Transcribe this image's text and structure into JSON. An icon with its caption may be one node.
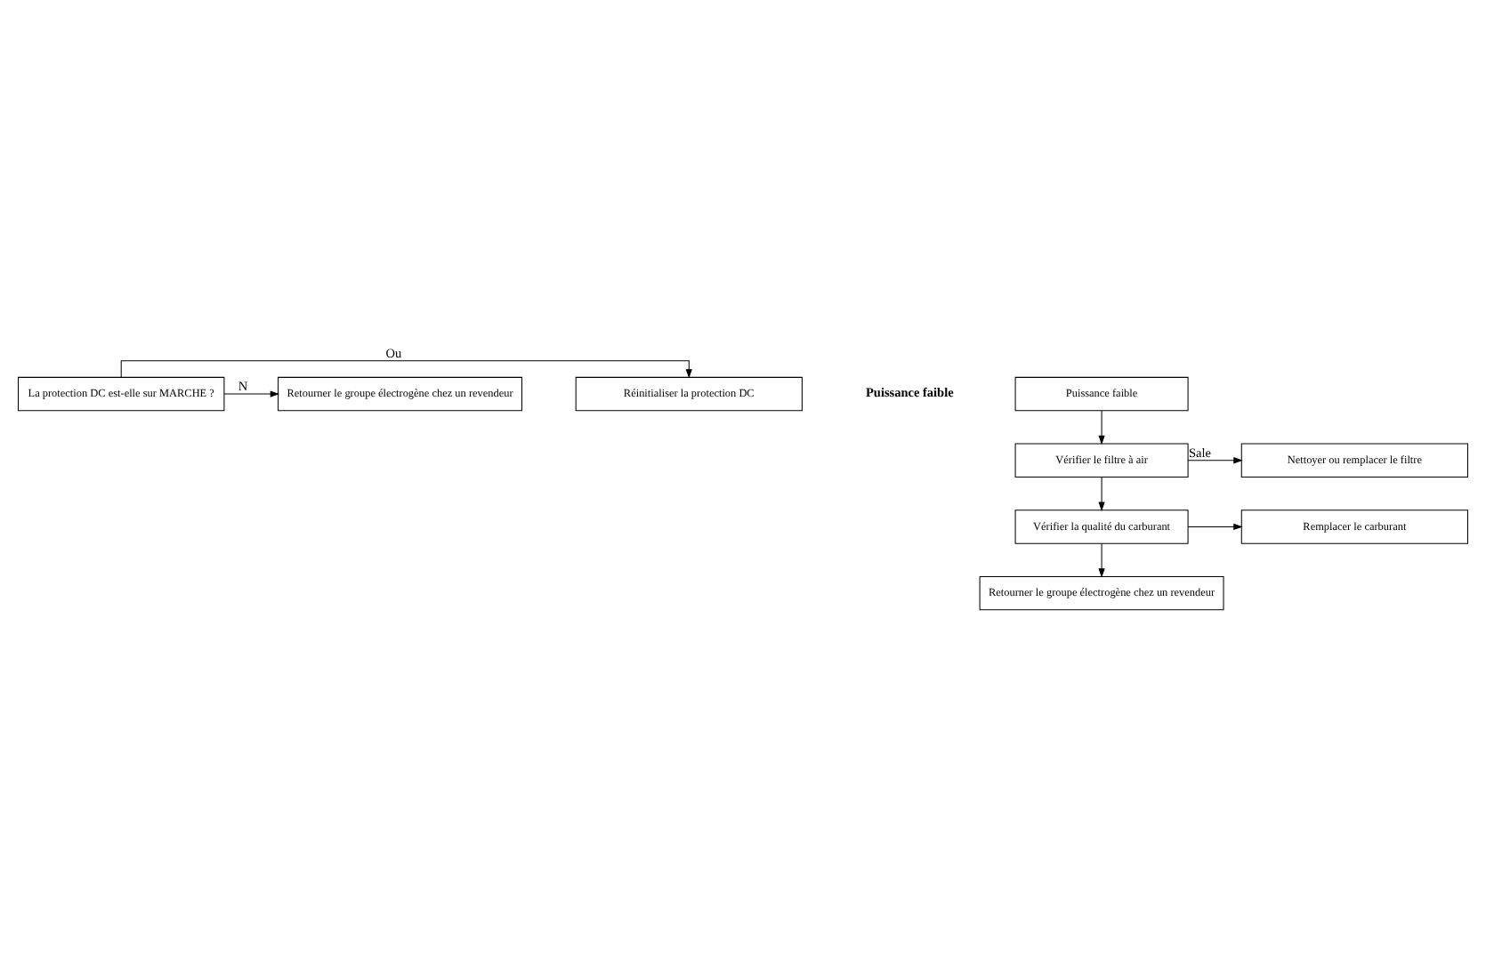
{
  "diagram": {
    "nodes": [
      {
        "text": [
          "La protection DC est-elle sur MARCHE ?"
        ]
      },
      {
        "text": [
          "Réinitialiser la protection DC"
        ]
      },
      {
        "text": [
          "Retourner le groupe électrogène chez un revendeur"
        ]
      },
      {
        "text": [
          "Puissance faible"
        ]
      },
      {
        "text": [
          "Vérifier le filtre à air"
        ]
      },
      {
        "text": [
          "Nettoyer ou remplacer le filtre"
        ]
      },
      {
        "text": [
          "Vérifier la qualité du carburant"
        ]
      },
      {
        "text": [
          "Remplacer le carburant"
        ]
      },
      {
        "text": [
          "Retourner le groupe électrogène chez un revendeur"
        ]
      }
    ],
    "edges": [
      {
        "from": 0,
        "to": 1,
        "arrow": "to",
        "label": "Ou"
      },
      {
        "from": 0,
        "to": 2,
        "arrow": "to",
        "label": "N"
      },
      {
        "from": 3,
        "to": 4,
        "arrow": "to"
      },
      {
        "from": 4,
        "to": 5,
        "arrow": "to",
        "label": "Sale"
      },
      {
        "from": 4,
        "to": 6,
        "arrow": "to"
      },
      {
        "from": 6,
        "to": 7,
        "arrow": "to"
      },
      {
        "from": 6,
        "to": 8,
        "arrow": "to"
      }
    ],
    "labels": [
      "Puissance faible"
    ]
  }
}
